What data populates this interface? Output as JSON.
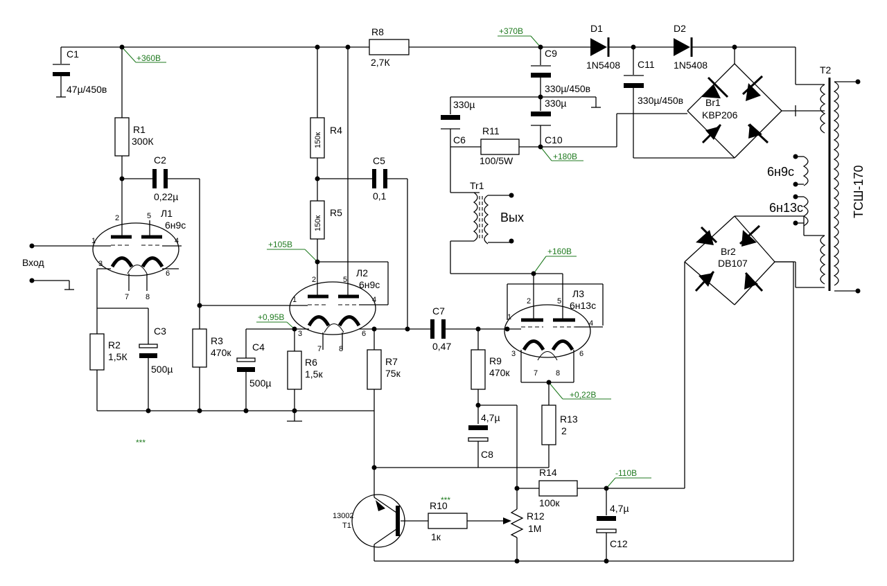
{
  "components": {
    "C1": {
      "ref": "C1",
      "value": "47µ/450в"
    },
    "C2": {
      "ref": "C2",
      "value": "0,22µ"
    },
    "C3": {
      "ref": "C3",
      "value": "500µ"
    },
    "C4": {
      "ref": "C4",
      "value": "500µ"
    },
    "C5": {
      "ref": "C5",
      "value": "0,1"
    },
    "C6": {
      "ref": "C6",
      "value": "330µ"
    },
    "C7": {
      "ref": "C7",
      "value": "0,47"
    },
    "C8": {
      "ref": "C8",
      "value": "4,7µ"
    },
    "C9": {
      "ref": "C9",
      "value": "330µ/450в"
    },
    "C10": {
      "ref": "C10",
      "value": "330µ"
    },
    "C11": {
      "ref": "C11",
      "value": "330µ/450в"
    },
    "C12": {
      "ref": "C12",
      "value": "4,7µ"
    },
    "R1": {
      "ref": "R1",
      "value": "300К"
    },
    "R2": {
      "ref": "R2",
      "value": "1,5К"
    },
    "R3": {
      "ref": "R3",
      "value": "470к"
    },
    "R4": {
      "ref": "R4",
      "value": "150к"
    },
    "R5": {
      "ref": "R5",
      "value": "150к"
    },
    "R6": {
      "ref": "R6",
      "value": "1,5к"
    },
    "R7": {
      "ref": "R7",
      "value": "75к"
    },
    "R8": {
      "ref": "R8",
      "value": "2,7К"
    },
    "R9": {
      "ref": "R9",
      "value": "470к"
    },
    "R10": {
      "ref": "R10",
      "value": "1к"
    },
    "R11": {
      "ref": "R11",
      "value": "100/5W"
    },
    "R12": {
      "ref": "R12",
      "value": "1M"
    },
    "R13": {
      "ref": "R13",
      "value": "2"
    },
    "R14": {
      "ref": "R14",
      "value": "100к"
    },
    "D1": {
      "ref": "D1",
      "value": "1N5408"
    },
    "D2": {
      "ref": "D2",
      "value": "1N5408"
    },
    "Br1": {
      "ref": "Br1",
      "value": "KBP206"
    },
    "Br2": {
      "ref": "Br2",
      "value": "DB107"
    },
    "L1": {
      "ref": "Л1",
      "value": "6н9с"
    },
    "L2": {
      "ref": "Л2",
      "value": "6н9с"
    },
    "L3": {
      "ref": "Л3",
      "value": "6н13с"
    },
    "T1": {
      "ref": "T1",
      "value": "13002"
    },
    "Tr1": {
      "ref": "Tr1"
    },
    "T2": {
      "ref": "T2",
      "value": "ТСШ-170"
    }
  },
  "voltages": {
    "v360": "+360В",
    "v370": "+370В",
    "v180": "+180В",
    "v105": "+105В",
    "v095": "+0,95В",
    "v160": "+160В",
    "v022": "+0,22В",
    "vneg110": "-110В"
  },
  "labels": {
    "input": "Вход",
    "output": "Вых",
    "heater1": "6н9с",
    "heater2": "6н13с",
    "note_mark": "***"
  },
  "pins": {
    "p1": "1",
    "p2": "2",
    "p3": "3",
    "p4": "4",
    "p5": "5",
    "p6": "6",
    "p7": "7",
    "p8": "8"
  }
}
